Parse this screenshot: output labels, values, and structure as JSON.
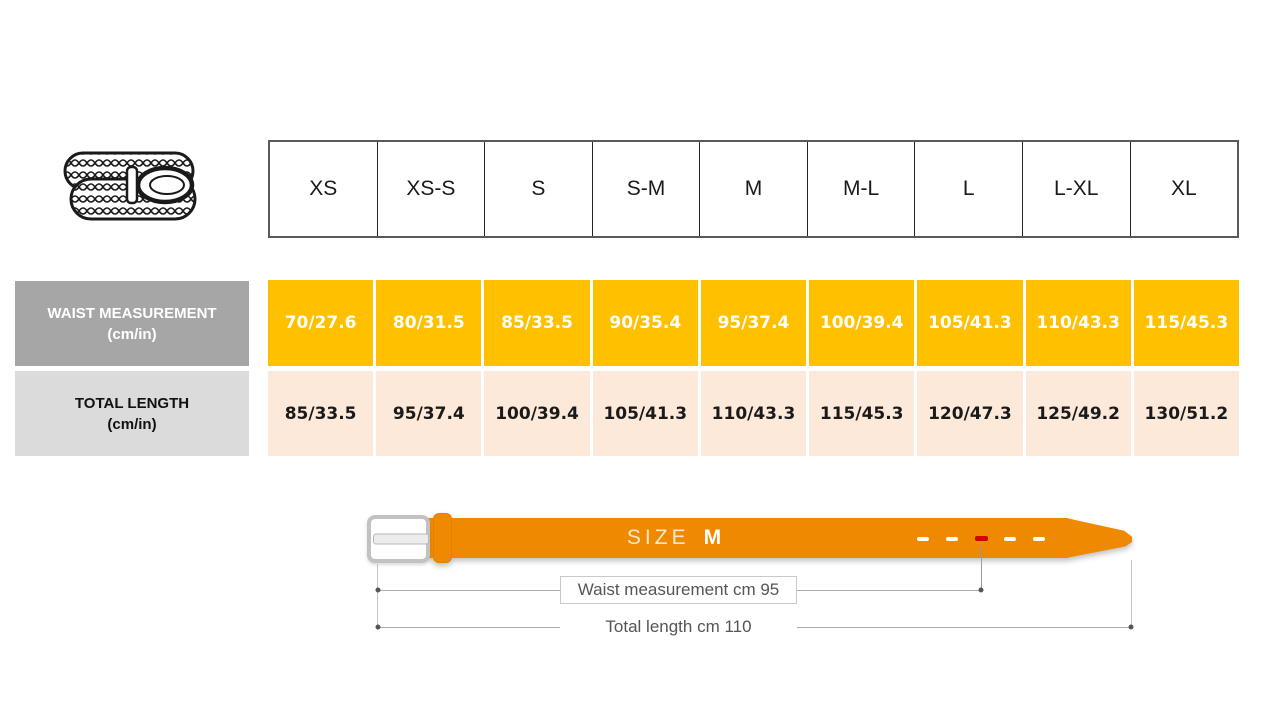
{
  "size_table": {
    "sizes": [
      "XS",
      "XS-S",
      "S",
      "S-M",
      "M",
      "M-L",
      "L",
      "L-XL",
      "XL"
    ],
    "rows": [
      {
        "id": "waist",
        "label": "WAIST MEASUREMENT",
        "unit": "(cm/in)",
        "values": [
          "70/27.6",
          "80/31.5",
          "85/33.5",
          "90/35.4",
          "95/37.4",
          "100/39.4",
          "105/41.3",
          "110/43.3",
          "115/45.3"
        ]
      },
      {
        "id": "length",
        "label": "TOTAL LENGTH",
        "unit": "(cm/in)",
        "values": [
          "85/33.5",
          "95/37.4",
          "100/39.4",
          "105/41.3",
          "110/43.3",
          "115/45.3",
          "120/47.3",
          "125/49.2",
          "130/51.2"
        ]
      }
    ],
    "colors": {
      "waist_cell_bg": "#FFC000",
      "length_cell_bg": "#FDE9D9",
      "waist_label_bg": "#A6A6A6",
      "length_label_bg": "#DBDBDB"
    }
  },
  "belt_diagram": {
    "size_label": "SIZE",
    "size_value": "M",
    "waist_annotation": "Waist measurement cm 95",
    "length_annotation": "Total length cm 110",
    "belt_color": "#EF8A00",
    "holes": {
      "count": 5,
      "active_index": 2,
      "hole_color": "#ffffff",
      "active_hole_color": "#d40000"
    }
  },
  "icons": {
    "belt_icon": "braided-belt-illustration"
  }
}
